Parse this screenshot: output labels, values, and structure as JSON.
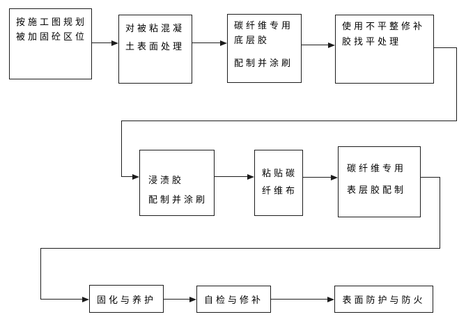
{
  "flowchart": {
    "colors": {
      "line": "#1c1c1c",
      "text": "#000000",
      "background": "#ffffff"
    },
    "steps": [
      {
        "id": "step-1",
        "lines": [
          "按施工图规划",
          "被加固砼区位"
        ]
      },
      {
        "id": "step-2",
        "lines": [
          "对被粘混凝",
          "土表面处理"
        ]
      },
      {
        "id": "step-3",
        "lines": [
          "碳纤维专用",
          "底层胶",
          "配制并涂刷"
        ]
      },
      {
        "id": "step-4",
        "lines": [
          "使用不平整修补",
          "胶找平处理"
        ]
      },
      {
        "id": "step-5",
        "lines": [
          "浸渍胶",
          "配制并涂刷"
        ]
      },
      {
        "id": "step-6",
        "lines": [
          "粘贴碳",
          "纤维布"
        ]
      },
      {
        "id": "step-7",
        "lines": [
          "碳纤维专用",
          "表层胶配制"
        ]
      },
      {
        "id": "step-8",
        "lines": [
          "固化与养护"
        ]
      },
      {
        "id": "step-9",
        "lines": [
          "自检与修补"
        ]
      },
      {
        "id": "step-10",
        "lines": [
          "表面防护与防火"
        ]
      }
    ]
  }
}
